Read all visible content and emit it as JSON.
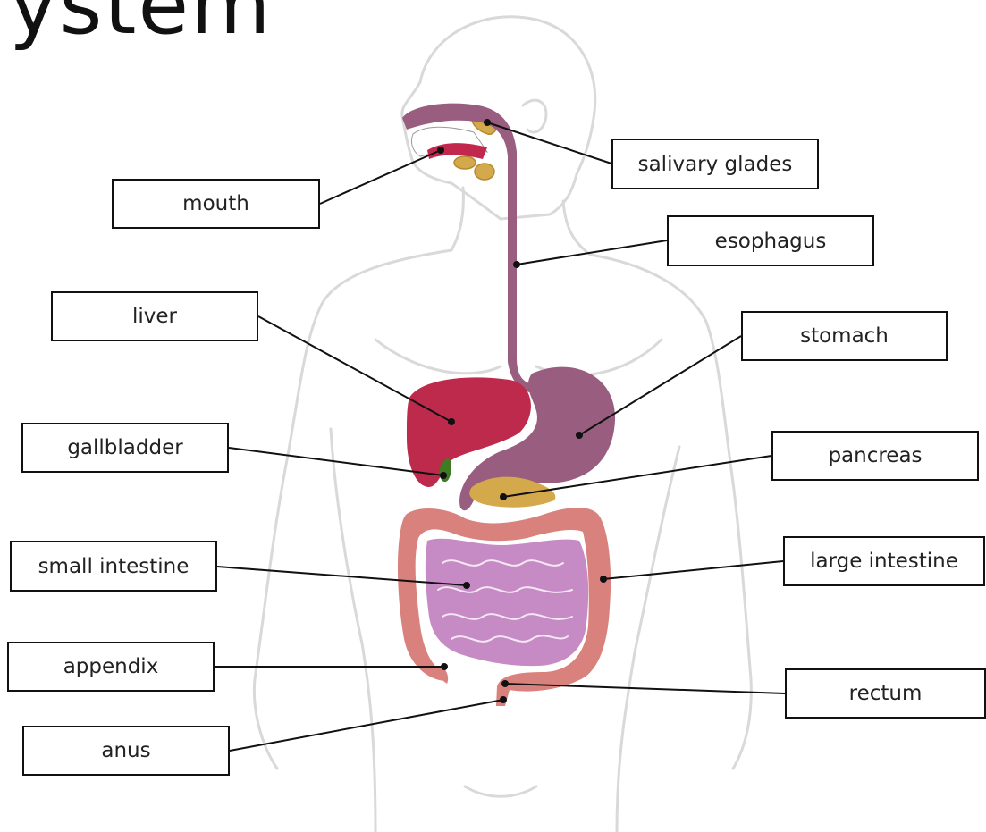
{
  "title": "ystem",
  "labels": {
    "salivary": "salivary glades",
    "mouth": "mouth",
    "esophagus": "esophagus",
    "liver": "liver",
    "stomach": "stomach",
    "gallbladder": "gallbladder",
    "pancreas": "pancreas",
    "small_intestine": "small intestine",
    "large_intestine": "large intestine",
    "appendix": "appendix",
    "rectum": "rectum",
    "anus": "anus"
  },
  "colors": {
    "body_outline": "#d9d9d9",
    "esophagus_stomach": "#985d7f",
    "mouth_red": "#c2284e",
    "liver": "#bd2a4b",
    "gallbladder": "#3f7b22",
    "salivary_pancreas": "#d4a94b",
    "large_intestine": "#d9827d",
    "small_intestine": "#c68bc4",
    "leader_line": "#111111"
  }
}
